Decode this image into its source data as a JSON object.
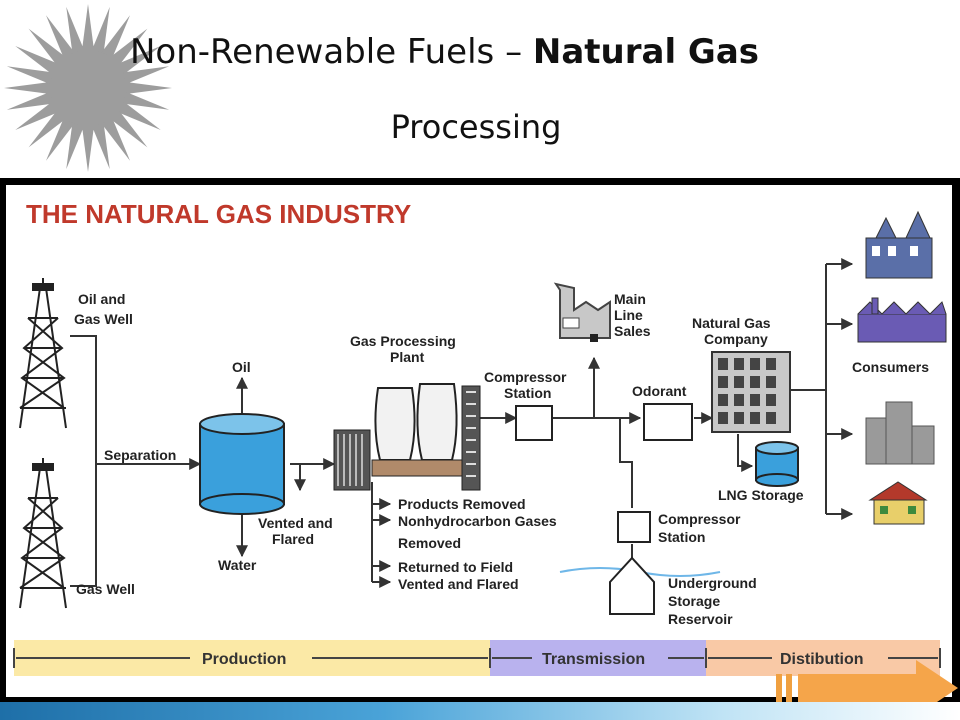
{
  "slide": {
    "title_plain": "Non-Renewable Fuels – ",
    "title_bold": "Natural Gas",
    "subtitle": "Processing"
  },
  "diagram": {
    "heading": "THE NATURAL GAS INDUSTRY",
    "labels": {
      "oil_gas_well_1": "Oil and",
      "oil_gas_well_2": "Gas Well",
      "gas_well": "Gas Well",
      "separation": "Separation",
      "oil": "Oil",
      "water": "Water",
      "vented_flared_1": "Vented and",
      "vented_flared_2": "Flared",
      "gas_processing_1": "Gas Processing",
      "gas_processing_2": "Plant",
      "products_removed": "Products Removed",
      "nonhydrocarbon_1": "Nonhydrocarbon Gases",
      "nonhydrocarbon_2": "Removed",
      "returned_1": "Returned to Field",
      "returned_2": "Vented and Flared",
      "compressor_1a": "Compressor",
      "compressor_1b": "Station",
      "main_line_1": "Main",
      "main_line_2": "Line",
      "main_line_3": "Sales",
      "odorant": "Odorant",
      "ng_company_1": "Natural Gas",
      "ng_company_2": "Company",
      "lng_storage": "LNG Storage",
      "compressor_2a": "Compressor",
      "compressor_2b": "Station",
      "underground_1": "Underground",
      "underground_2": "Storage",
      "underground_3": "Reservoir",
      "consumers": "Consumers"
    },
    "bands": {
      "production": "Production",
      "transmission": "Transmission",
      "distribution": "Distibution"
    },
    "colors": {
      "heading": "#c0392b",
      "production_band": "#fbe9a6",
      "transmission_band": "#b9b2ee",
      "distribution_band": "#f9c9a6",
      "tank": "#3aa0dc",
      "building_blue": "#5a6fa8",
      "building_purple": "#6a5bb4",
      "building_gray": "#9a9a9a",
      "house_yellow": "#e8cf6a"
    }
  },
  "icons": {
    "logo": "sun-logo-icon",
    "next": "next-arrow-icon"
  }
}
